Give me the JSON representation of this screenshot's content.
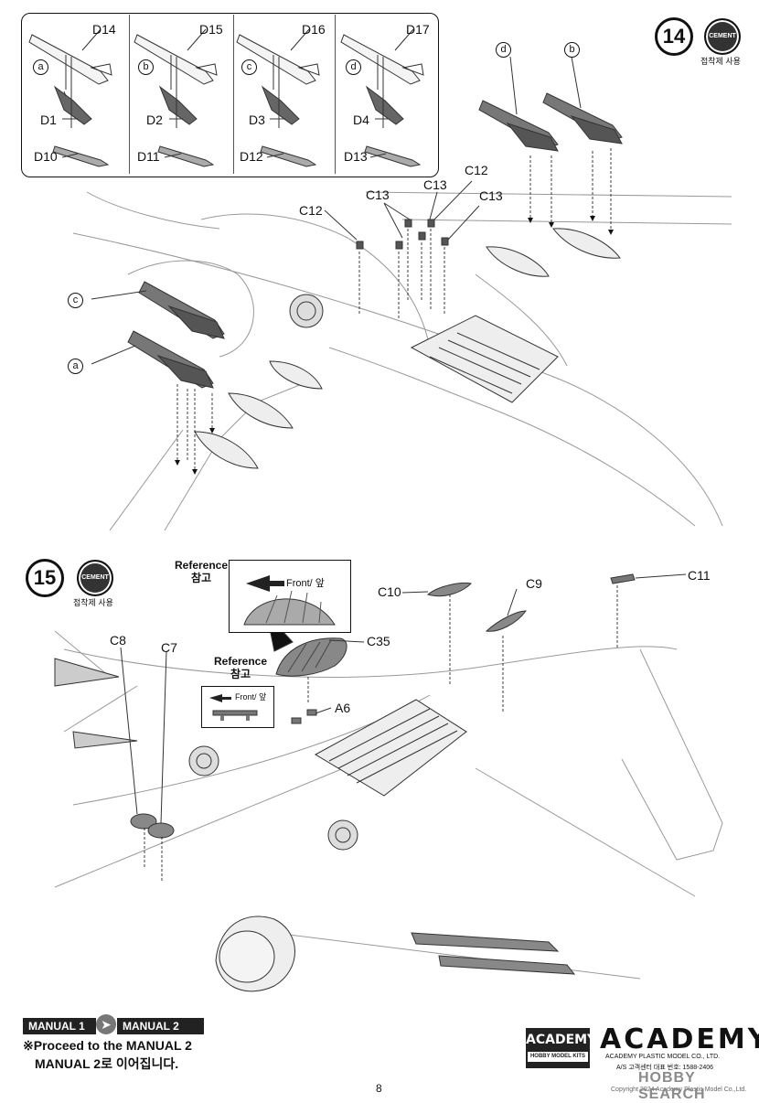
{
  "step14": {
    "number": "14",
    "cement_label": "CEMENT",
    "cement_sub": "접착제 사용",
    "inset_panels": [
      {
        "variant": "a",
        "pylon": "D14",
        "adapter": "D1",
        "fairing": "D10"
      },
      {
        "variant": "b",
        "pylon": "D15",
        "adapter": "D2",
        "fairing": "D11"
      },
      {
        "variant": "c",
        "pylon": "D16",
        "adapter": "D3",
        "fairing": "D12"
      },
      {
        "variant": "d",
        "pylon": "D17",
        "adapter": "D4",
        "fairing": "D13"
      }
    ],
    "right_missiles": {
      "left": "d",
      "right": "b"
    },
    "left_missiles": {
      "upper": "c",
      "lower": "a"
    },
    "labels": {
      "c12_left": "C12",
      "c13_left": "C13",
      "c13_mid": "C13",
      "c12_right": "C12",
      "c13_right": "C13"
    }
  },
  "step15": {
    "number": "15",
    "cement_label": "CEMENT",
    "cement_sub": "접착제 사용",
    "ref1": {
      "title_en": "Reference",
      "title_ko": "참고",
      "arrow_text": "Front/ 앞"
    },
    "ref2": {
      "title_en": "Reference",
      "title_ko": "참고",
      "arrow_text": "Front/ 앞"
    },
    "labels": {
      "c8": "C8",
      "c7": "C7",
      "c10": "C10",
      "c9": "C9",
      "c11": "C11",
      "c35": "C35",
      "a6": "A6"
    }
  },
  "footer": {
    "manual_from": "MANUAL 1",
    "manual_to": "MANUAL 2",
    "note_line1": "※Proceed to the MANUAL 2",
    "note_line2": "MANUAL 2로 이어집니다.",
    "academy_box_main": "ACADEMY",
    "academy_box_sub": "HOBBY MODEL KITS",
    "academy_logo": "ACADEMY",
    "company": "ACADEMY PLASTIC MODEL CO., LTD.",
    "service": "A/S 고객센터 대표 번호: 1588-2406",
    "page_number": "8",
    "copyright": "Copyright 2024 Academy Plastic Model Co.,Ltd.",
    "watermark": "HOBBY SEARCH"
  }
}
